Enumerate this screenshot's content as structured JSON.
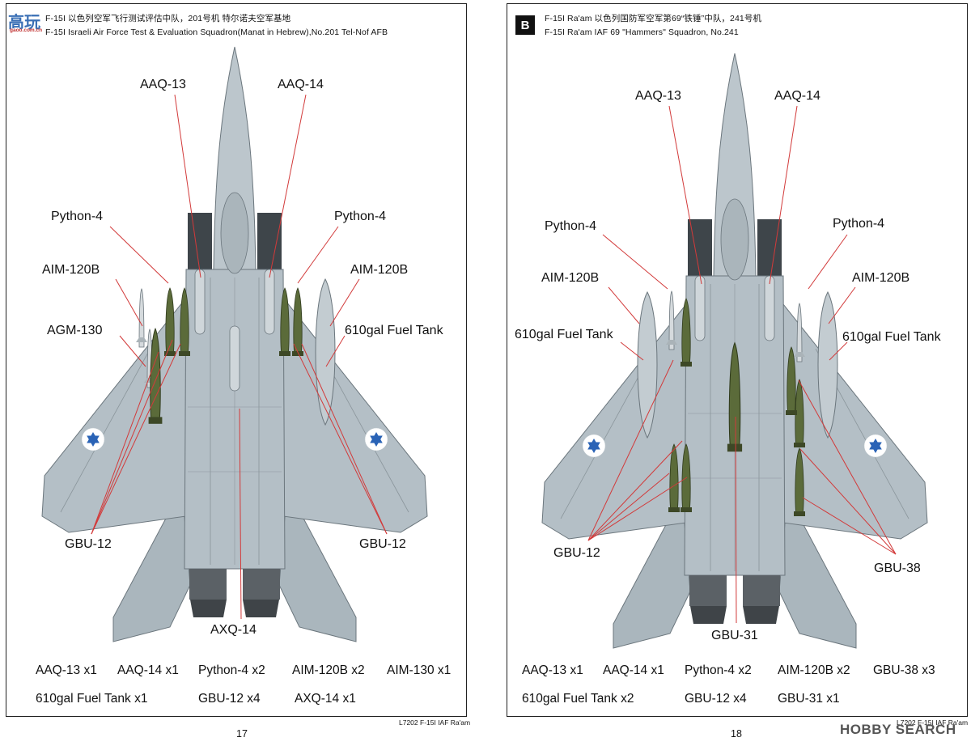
{
  "watermark": {
    "text": "高玩",
    "site": "gaoo.com.cn"
  },
  "left": {
    "header_cn": "F-15I  以色列空军飞行测试评估中队，201号机  特尔诺夫空军基地",
    "header_en": "F-15I  Israeli Air Force Test & Evaluation Squadron(Manat in Hebrew),No.201  Tel-Nof  AFB",
    "callouts": {
      "aaq13": "AAQ-13",
      "aaq14": "AAQ-14",
      "python_l": "Python-4",
      "python_r": "Python-4",
      "aim_l": "AIM-120B",
      "aim_r": "AIM-120B",
      "agm": "AGM-130",
      "tank": "610gal Fuel Tank",
      "gbu12_l": "GBU-12",
      "gbu12_r": "GBU-12",
      "axq": "AXQ-14"
    },
    "loadout": [
      "AAQ-13 x1",
      "AAQ-14 x1",
      "Python-4 x2",
      "AIM-120B x2",
      "AIM-130 x1",
      "610gal Fuel Tank x1",
      "GBU-12 x4",
      "AXQ-14 x1"
    ],
    "footer_code": "L7202 F-15I IAF Ra'am",
    "page_number": "17"
  },
  "right": {
    "badge": "B",
    "header_cn": "F-15I  Ra'am  以色列国防军空军第69“铁锤”中队，241号机",
    "header_en": "F-15I  Ra'am IAF 69 \"Hammers\" Squadron, No.241",
    "callouts": {
      "aaq13": "AAQ-13",
      "aaq14": "AAQ-14",
      "python_l": "Python-4",
      "python_r": "Python-4",
      "aim_l": "AIM-120B",
      "aim_r": "AIM-120B",
      "tank_l": "610gal Fuel Tank",
      "tank_r": "610gal Fuel Tank",
      "gbu12": "GBU-12",
      "gbu38": "GBU-38",
      "gbu31": "GBU-31"
    },
    "loadout": [
      "AAQ-13 x1",
      "AAQ-14 x1",
      "Python-4 x2",
      "AIM-120B x2",
      "GBU-38 x3",
      "610gal Fuel Tank x2",
      "GBU-12 x4",
      "GBU-31 x1"
    ],
    "footer_code": "L7202 F-15I IAF Ra'am",
    "page_number": "18"
  },
  "hobbysearch": "HOBBY SEARCH",
  "colors": {
    "aircraft_gray": "#b4bfc6",
    "store_green": "#5b6b3a",
    "callout_line": "#d23a3a",
    "roundel_blue": "#2a63b6"
  }
}
